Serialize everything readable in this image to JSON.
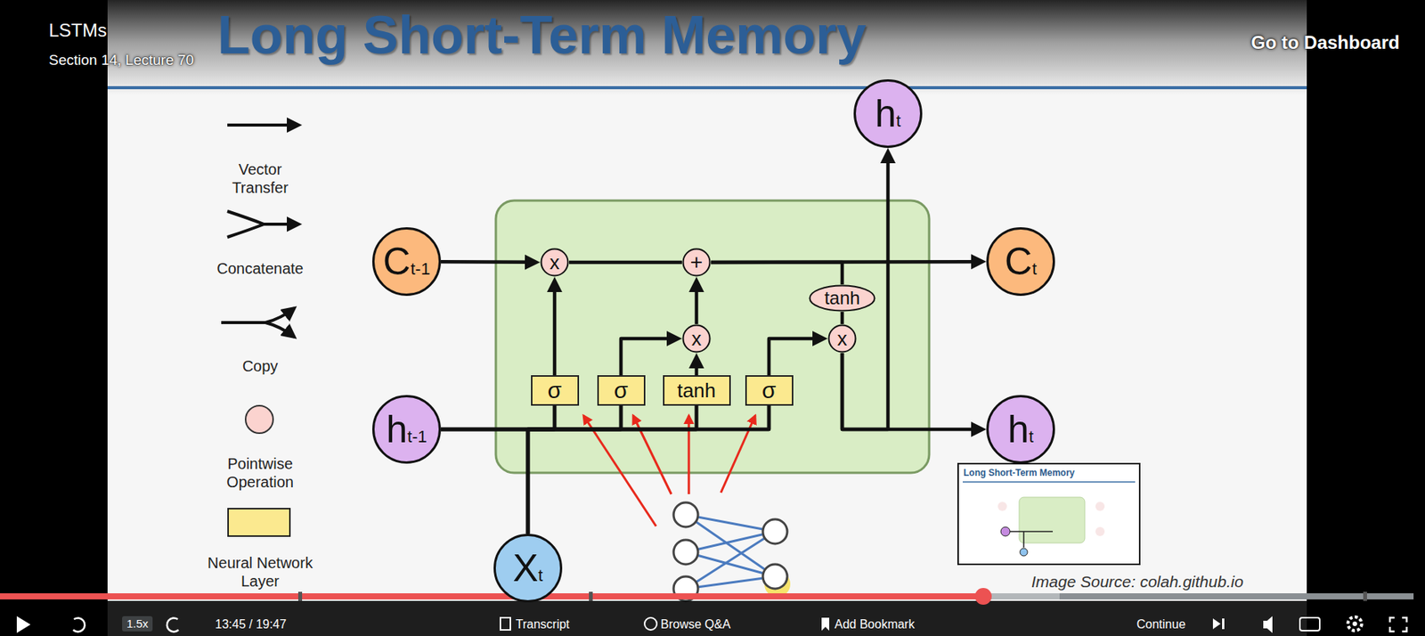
{
  "diagram": {
    "title": "Long Short-Term Memory",
    "nodes": [
      {
        "text": [
          "ht"
        ]
      },
      {
        "text": [
          "Ct-1"
        ]
      },
      {
        "text": [
          "x"
        ]
      },
      {
        "text": [
          "+"
        ]
      },
      {
        "text": [
          "Ct"
        ]
      },
      {
        "text": [
          "tanh"
        ]
      },
      {
        "text": [
          "x"
        ]
      },
      {
        "text": [
          "x"
        ]
      },
      {
        "text": [
          "σ"
        ]
      },
      {
        "text": [
          "σ"
        ]
      },
      {
        "text": [
          "tanh"
        ]
      },
      {
        "text": [
          "σ"
        ]
      },
      {
        "text": [
          "ht-1"
        ]
      },
      {
        "text": [
          "ht"
        ]
      },
      {
        "text": [
          "Xt"
        ]
      }
    ],
    "edges": [
      {
        "from": 1,
        "to": 2,
        "arrow": "to"
      },
      {
        "from": 2,
        "to": 3,
        "arrow": "none"
      },
      {
        "from": 3,
        "to": 4,
        "arrow": "to"
      },
      {
        "from": 8,
        "to": 2,
        "arrow": "to"
      },
      {
        "from": 9,
        "to": 6,
        "arrow": "to"
      },
      {
        "from": 10,
        "to": 6,
        "arrow": "to"
      },
      {
        "from": 6,
        "to": 3,
        "arrow": "to"
      },
      {
        "from": 3,
        "to": 5,
        "arrow": "none"
      },
      {
        "from": 5,
        "to": 7,
        "arrow": "none"
      },
      {
        "from": 11,
        "to": 7,
        "arrow": "to"
      },
      {
        "from": 7,
        "to": 13,
        "arrow": "to"
      },
      {
        "from": 7,
        "to": 0,
        "arrow": "to"
      },
      {
        "from": 12,
        "to": 8,
        "arrow": "none"
      },
      {
        "from": 12,
        "to": 9,
        "arrow": "none"
      },
      {
        "from": 12,
        "to": 10,
        "arrow": "none"
      },
      {
        "from": 12,
        "to": 11,
        "arrow": "none"
      },
      {
        "from": 14,
        "to": 8,
        "arrow": "none"
      },
      {
        "from": 14,
        "to": 9,
        "arrow": "none"
      },
      {
        "from": 14,
        "to": 10,
        "arrow": "none"
      },
      {
        "from": 14,
        "to": 11,
        "arrow": "none"
      }
    ],
    "labels": [
      "LSTMs",
      "Section 14, Lecture 70",
      "Go to Dashboard",
      "Long Short-Term Memory",
      "Image Source: colah.github.io",
      "1.5x",
      "13:45 / 19:47",
      "Transcript",
      "Browse Q&A",
      "Add Bookmark",
      "Continue"
    ],
    "legend": [
      {
        "text": "Vector Transfer"
      },
      {
        "text": "Concatenate"
      },
      {
        "text": "Copy"
      },
      {
        "text": "Pointwise Operation"
      },
      {
        "text": "Neural Network Layer"
      }
    ]
  }
}
